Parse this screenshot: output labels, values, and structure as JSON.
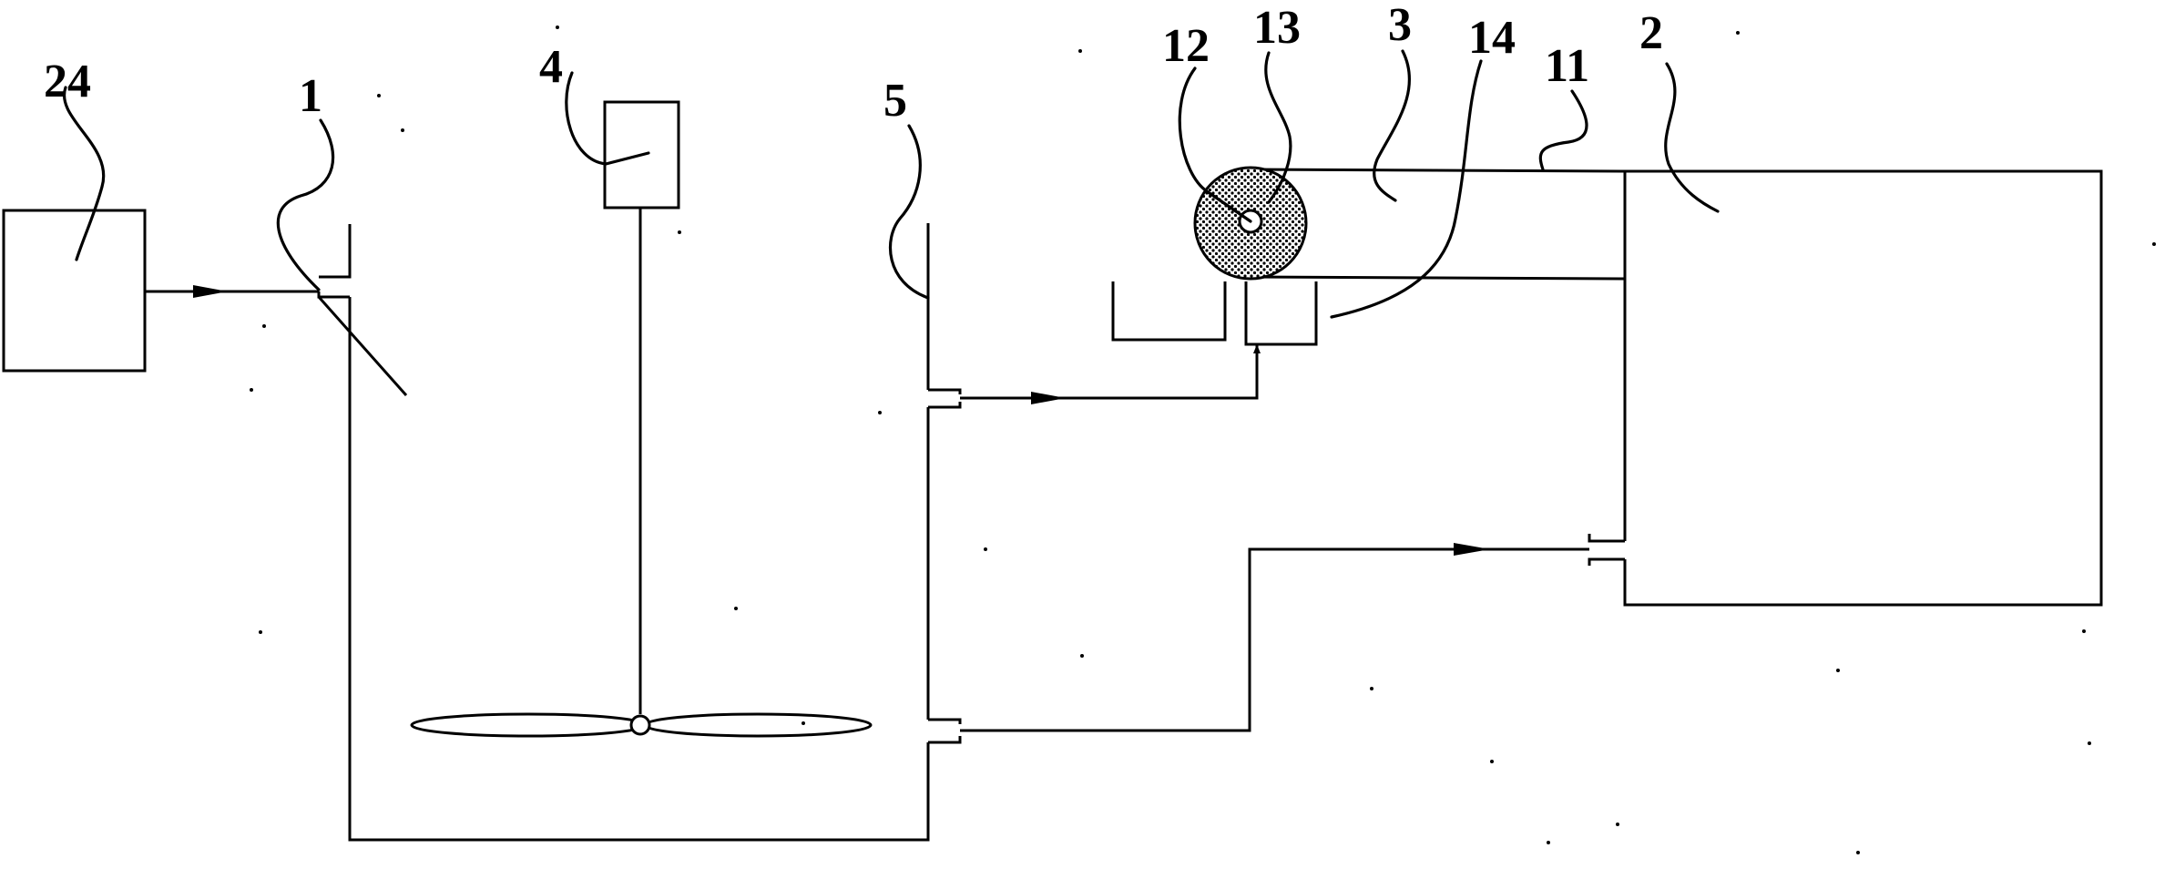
{
  "diagram": {
    "labels": {
      "feed_box": "24",
      "inlet_pipe": "1",
      "motor": "4",
      "tank_wall": "5",
      "drum_center": "12",
      "drum": "13",
      "chamber": "3",
      "collector": "14",
      "top_pipe": "11",
      "outer_vessel": "2"
    },
    "colors": {
      "line": "#000000",
      "background": "#ffffff",
      "drum_fill": "#9a9a9a"
    }
  }
}
